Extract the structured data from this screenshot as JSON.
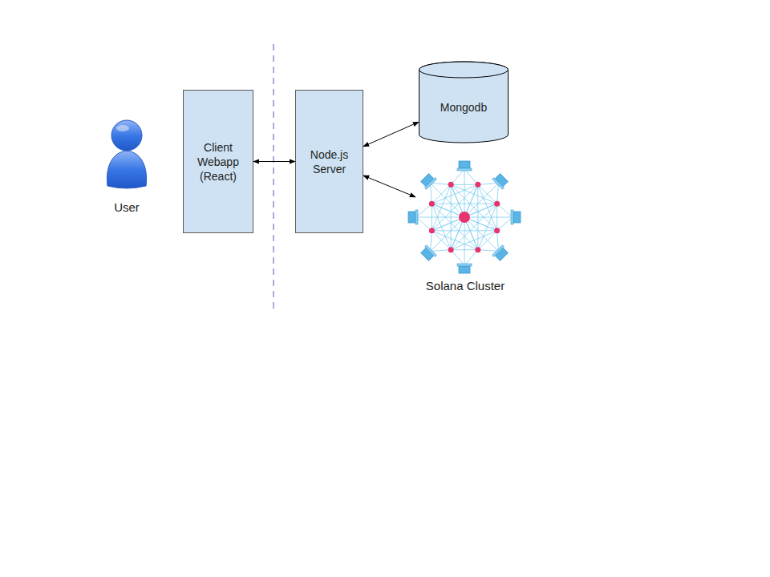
{
  "diagram": {
    "nodes": [
      {
        "text": [
          "User"
        ]
      },
      {
        "text": [
          "Client Webapp (React)"
        ]
      },
      {
        "text": [
          "Node.js Server"
        ]
      },
      {
        "text": [
          "Mongodb"
        ]
      },
      {
        "text": [
          "Solana Cluster"
        ]
      }
    ],
    "edges": [
      {
        "from": 1,
        "to": 2,
        "arrow": "both"
      },
      {
        "from": 2,
        "to": 3,
        "arrow": "both"
      },
      {
        "from": 2,
        "to": 4,
        "arrow": "both"
      }
    ]
  }
}
